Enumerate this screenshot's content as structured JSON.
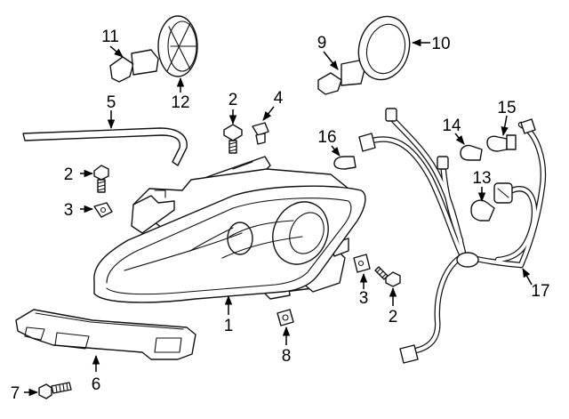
{
  "diagram": {
    "callouts": [
      {
        "id": "c1",
        "text": "1"
      },
      {
        "id": "c2a",
        "text": "2"
      },
      {
        "id": "c2b",
        "text": "2"
      },
      {
        "id": "c2c",
        "text": "2"
      },
      {
        "id": "c3a",
        "text": "3"
      },
      {
        "id": "c3b",
        "text": "3"
      },
      {
        "id": "c4",
        "text": "4"
      },
      {
        "id": "c5",
        "text": "5"
      },
      {
        "id": "c6",
        "text": "6"
      },
      {
        "id": "c7",
        "text": "7"
      },
      {
        "id": "c8",
        "text": "8"
      },
      {
        "id": "c9",
        "text": "9"
      },
      {
        "id": "c10",
        "text": "10"
      },
      {
        "id": "c11",
        "text": "11"
      },
      {
        "id": "c12",
        "text": "12"
      },
      {
        "id": "c13",
        "text": "13"
      },
      {
        "id": "c14",
        "text": "14"
      },
      {
        "id": "c15",
        "text": "15"
      },
      {
        "id": "c16",
        "text": "16"
      },
      {
        "id": "c17",
        "text": "17"
      }
    ]
  }
}
